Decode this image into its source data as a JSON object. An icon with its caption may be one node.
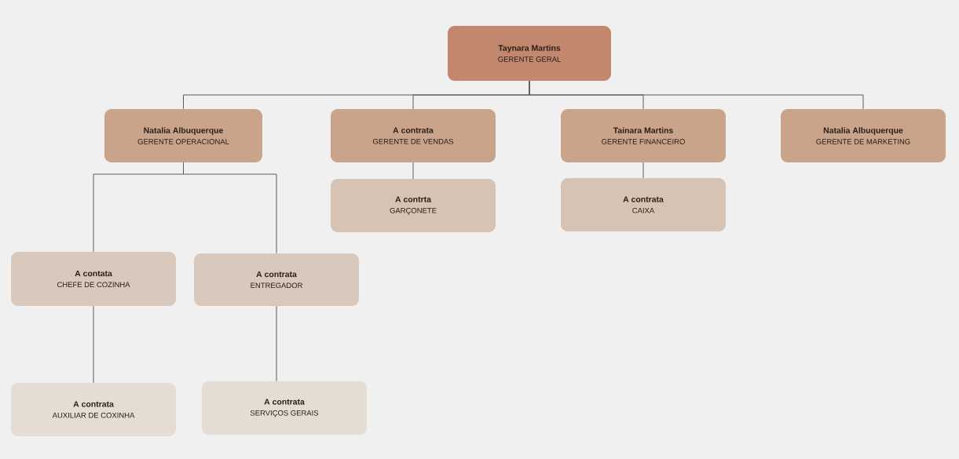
{
  "diagram": {
    "nodes": [
      {
        "text": [
          "Taynara Martins",
          "GERENTE GERAL"
        ]
      },
      {
        "text": [
          "Natalia Albuquerque",
          "GERENTE OPERACIONAL"
        ]
      },
      {
        "text": [
          "A contrata",
          "GERENTE DE VENDAS"
        ]
      },
      {
        "text": [
          "Tainara Martins",
          "GERENTE FINANCEIRO"
        ]
      },
      {
        "text": [
          "Natalia Albuquerque",
          "GERENTE DE MARKETING"
        ]
      },
      {
        "text": [
          "A contrta",
          "GARÇONETE"
        ]
      },
      {
        "text": [
          "A contrata",
          "CAIXA"
        ]
      },
      {
        "text": [
          "A contata",
          "CHEFE DE COZINHA"
        ]
      },
      {
        "text": [
          "A contrata",
          "ENTREGADOR"
        ]
      },
      {
        "text": [
          "A contrata",
          "AUXILIAR DE COXINHA"
        ]
      },
      {
        "text": [
          "A contrata",
          "SERVIÇOS GERAIS"
        ]
      }
    ],
    "edges": [
      {
        "from": 0,
        "to": 1,
        "arrow": "none"
      },
      {
        "from": 0,
        "to": 2,
        "arrow": "none"
      },
      {
        "from": 0,
        "to": 3,
        "arrow": "none"
      },
      {
        "from": 0,
        "to": 4,
        "arrow": "none"
      },
      {
        "from": 1,
        "to": 7,
        "arrow": "none"
      },
      {
        "from": 1,
        "to": 8,
        "arrow": "none"
      },
      {
        "from": 2,
        "to": 5,
        "arrow": "none"
      },
      {
        "from": 3,
        "to": 6,
        "arrow": "none"
      },
      {
        "from": 7,
        "to": 9,
        "arrow": "none"
      },
      {
        "from": 8,
        "to": 10,
        "arrow": "none"
      }
    ]
  }
}
